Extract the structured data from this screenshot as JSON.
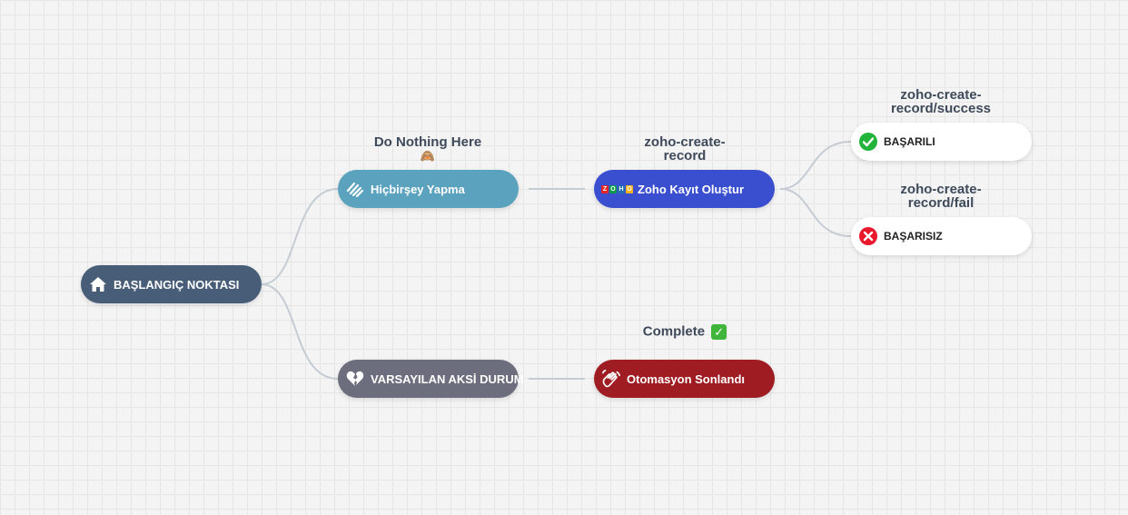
{
  "nodes": {
    "start": {
      "label": "BAŞLANGIÇ NOKTASI",
      "color": "#475d78",
      "icon": "home-icon"
    },
    "do_nothing": {
      "label": "Hiçbirşey Yapma",
      "color": "#5aa2be",
      "icon": "hand-stop-icon"
    },
    "default_fallback": {
      "label": "VARSAYILAN AKSİ DURUM",
      "color": "#6c6e7d",
      "icon": "broken-heart-icon"
    },
    "zoho_create": {
      "label": "Zoho Kayıt Oluştur",
      "color": "#3a4fcf",
      "icon": "zoho-logo-icon"
    },
    "automation_end": {
      "label": "Otomasyon Sonlandı",
      "color": "#9e1c22",
      "icon": "waving-hand-icon"
    },
    "success": {
      "label": "BAŞARILI",
      "color": "#ffffff",
      "icon": "check-circle-icon"
    },
    "fail": {
      "label": "BAŞARISIZ",
      "color": "#ffffff",
      "icon": "x-circle-icon"
    }
  },
  "captions": {
    "do_nothing": {
      "text": "Do Nothing Here",
      "emoji": "🙈"
    },
    "zoho_create": {
      "line1": "zoho-create-",
      "line2": "record"
    },
    "success": {
      "line1": "zoho-create-",
      "line2": "record/success"
    },
    "fail": {
      "line1": "zoho-create-",
      "line2": "record/fail"
    },
    "complete": {
      "text": "Complete",
      "emoji": "✅"
    }
  },
  "zoho_logo_letters": [
    "Z",
    "O",
    "H",
    "O"
  ],
  "zoho_logo_colors": [
    "#e42527",
    "#089949",
    "#226db4",
    "#f9b21d"
  ],
  "edge_color": "#c5ccd4"
}
